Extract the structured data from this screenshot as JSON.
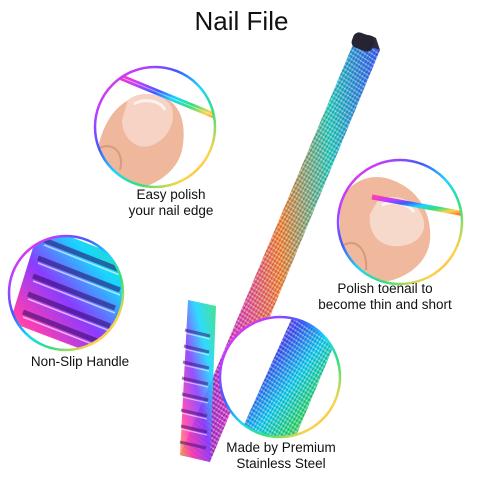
{
  "title": "Nail File",
  "captions": {
    "easy_polish": [
      "Easy polish",
      "your nail edge"
    ],
    "toenail": [
      "Polish toenail to",
      "become thin and short"
    ],
    "handle": [
      "Non-Slip Handle"
    ],
    "steel": [
      "Made by Premium",
      "Stainless Steel"
    ]
  },
  "colors": {
    "rainbow": [
      "#ff3db3",
      "#c23cff",
      "#3f5bff",
      "#18d6ff",
      "#34e07a",
      "#ffd34a",
      "#ff6a2b"
    ],
    "skin": "#f3c2a8",
    "text": "#111111"
  }
}
